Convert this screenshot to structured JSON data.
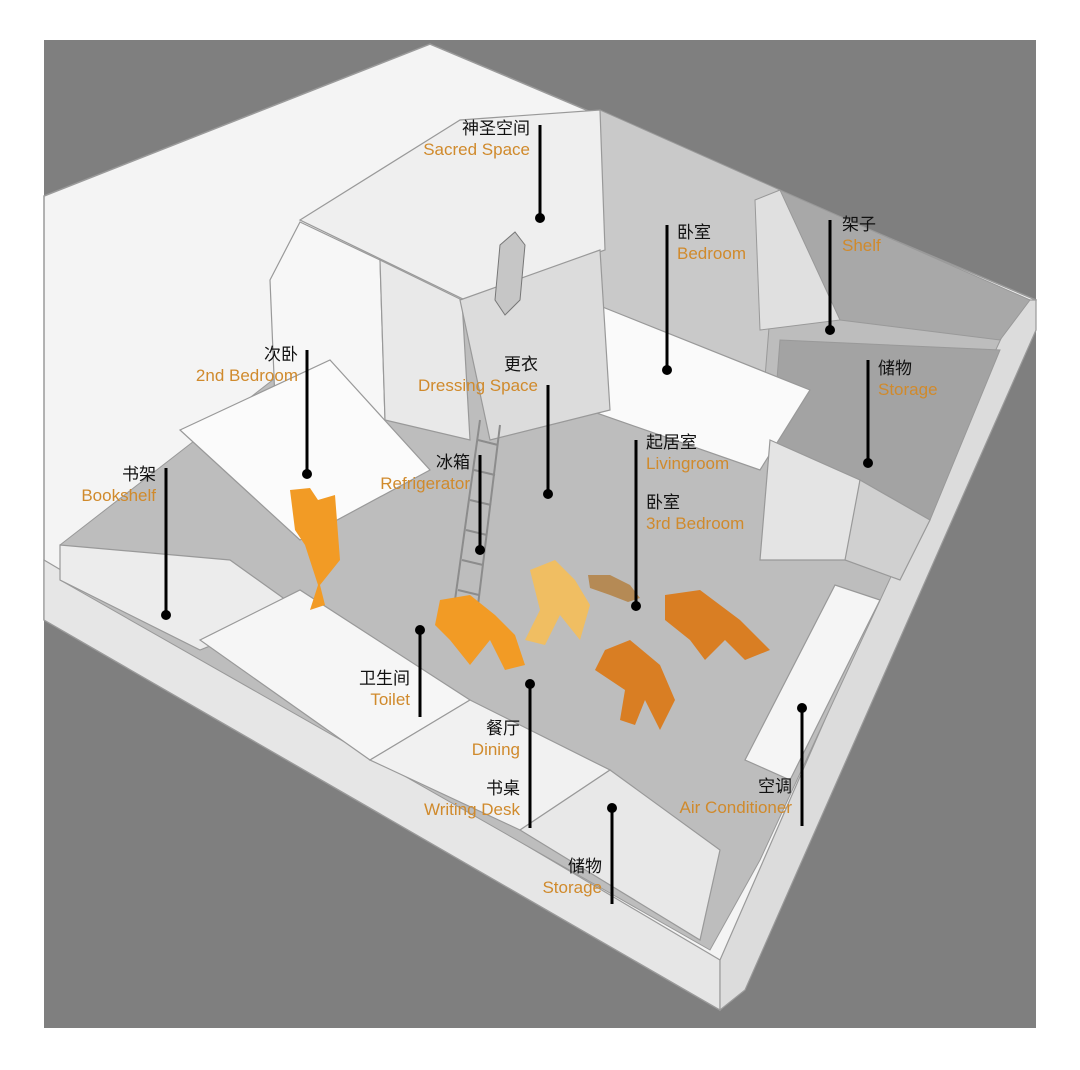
{
  "labels": {
    "sacred_space": {
      "zh": "神圣空间",
      "en": "Sacred Space"
    },
    "bedroom": {
      "zh": "卧室",
      "en": "Bedroom"
    },
    "shelf": {
      "zh": "架子",
      "en": "Shelf"
    },
    "second_bedroom": {
      "zh": "次卧",
      "en": "2nd Bedroom"
    },
    "dressing_space": {
      "zh": "更衣",
      "en": "Dressing Space"
    },
    "storage_right": {
      "zh": "储物",
      "en": "Storage"
    },
    "refrigerator": {
      "zh": "冰箱",
      "en": "Refrigerator"
    },
    "livingroom": {
      "zh": "起居室",
      "en": "Livingroom"
    },
    "bookshelf": {
      "zh": "书架",
      "en": "Bookshelf"
    },
    "third_bedroom": {
      "zh": "卧室",
      "en": "3rd Bedroom"
    },
    "toilet": {
      "zh": "卫生间",
      "en": "Toilet"
    },
    "dining": {
      "zh": "餐厅",
      "en": "Dining"
    },
    "writing_desk": {
      "zh": "书桌",
      "en": "Writing Desk"
    },
    "air_conditioner": {
      "zh": "空调",
      "en": "Air Conditioner"
    },
    "storage_bottom": {
      "zh": "储物",
      "en": "Storage"
    }
  },
  "colors": {
    "background_gray": "#7f7f7f",
    "wall_white": "#f7f7f7",
    "floor_gray": "#a9a9a9",
    "label_zh": "#111111",
    "label_en": "#d08a2c",
    "figure_orange": "#f29b25",
    "figure_light": "#f0be62",
    "figure_dark": "#d97e23"
  }
}
